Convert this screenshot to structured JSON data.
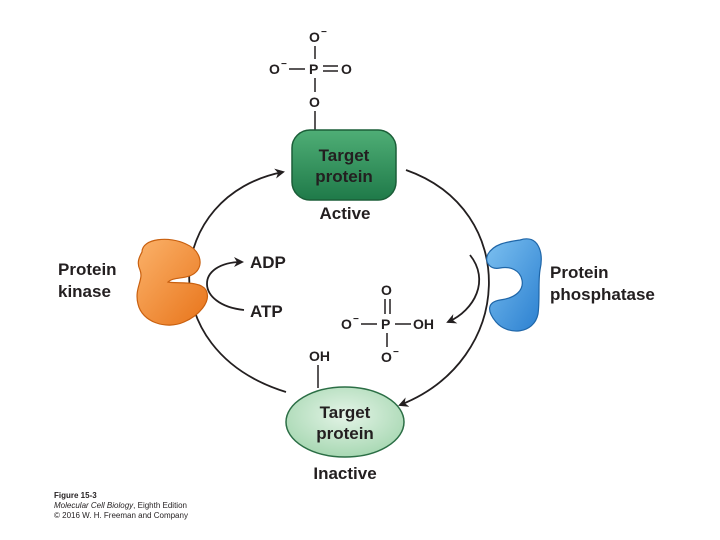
{
  "phosphate_top": {
    "o_top": "O",
    "o_top_charge": "−",
    "o_left": "O",
    "o_left_charge": "−",
    "p": "P",
    "o_right": "O",
    "o_bottom": "O"
  },
  "active_box": {
    "line1": "Target",
    "line2": "protein",
    "state": "Active",
    "color": "#2e8b57"
  },
  "inactive_box": {
    "line1": "Target",
    "line2": "protein",
    "state": "Inactive",
    "color": "#b9e0c2"
  },
  "kinase": {
    "line1": "Protein",
    "line2": "kinase",
    "color": "#f5821f"
  },
  "phosphatase": {
    "line1": "Protein",
    "line2": "phosphatase",
    "color": "#3b8fd9"
  },
  "adp": "ADP",
  "atp": "ATP",
  "phosphate_free": {
    "o_top": "O",
    "o_left": "O",
    "o_left_charge": "−",
    "p": "P",
    "oh": "OH",
    "o_bottom": "O",
    "o_bottom_charge": "−"
  },
  "oh_group": "OH",
  "caption": {
    "figure": "Figure 15-3",
    "book_title": "Molecular Cell Biology",
    "edition": ", Eighth Edition",
    "copyright": "© 2016 W. H. Freeman and Company"
  }
}
